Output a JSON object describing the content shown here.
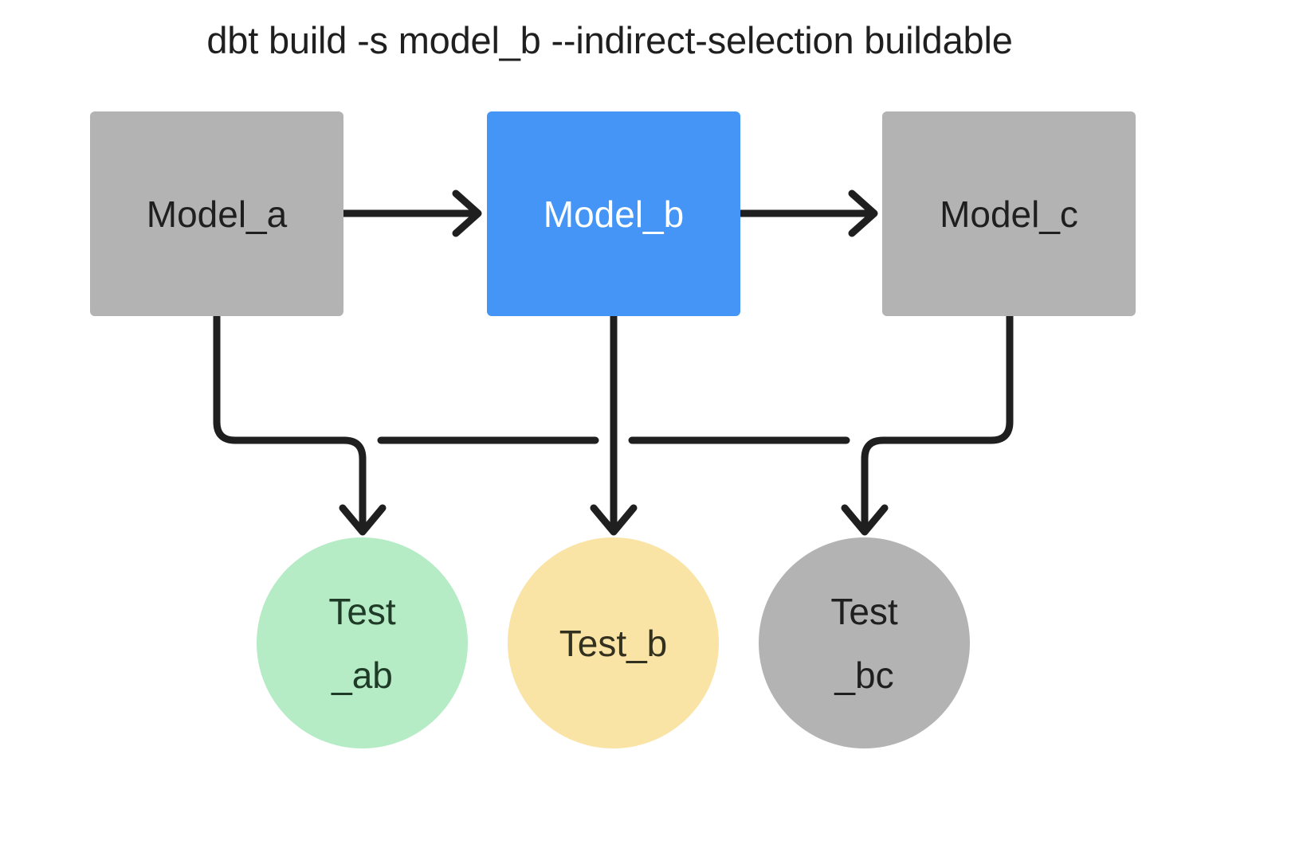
{
  "title": "dbt build -s model_b --indirect-selection buildable",
  "colors": {
    "background": "#ffffff",
    "text_dark": "#1f1f1f",
    "text_light": "#ffffff",
    "edge": "#1f1f1f",
    "gray_node": "#b3b3b3",
    "blue_node": "#4495f6",
    "green_node": "#b5ecc6",
    "yellow_node": "#f9e3a5",
    "gray_circle": "#b3b3b3"
  },
  "models": [
    {
      "id": "model_a",
      "label": "Model_a",
      "fill": "#b3b3b3",
      "text_color": "#1f1f1f",
      "selected": false
    },
    {
      "id": "model_b",
      "label": "Model_b",
      "fill": "#4495f6",
      "text_color": "#ffffff",
      "selected": true
    },
    {
      "id": "model_c",
      "label": "Model_c",
      "fill": "#b3b3b3",
      "text_color": "#1f1f1f",
      "selected": false
    }
  ],
  "tests": [
    {
      "id": "test_ab",
      "label": "Test\n_ab",
      "fill": "#b5ecc6",
      "text_color": "#1f3a26",
      "status": "will-run"
    },
    {
      "id": "test_b",
      "label": "Test_b",
      "fill": "#f9e3a5",
      "text_color": "#32301f",
      "status": "will-run"
    },
    {
      "id": "test_bc",
      "label": "Test\n_bc",
      "fill": "#b3b3b3",
      "text_color": "#1f1f1f",
      "status": "skipped"
    }
  ],
  "edges": [
    {
      "from": "model_a",
      "to": "model_b",
      "kind": "horizontal"
    },
    {
      "from": "model_b",
      "to": "model_c",
      "kind": "horizontal"
    },
    {
      "from": "model_a",
      "to": "test_ab",
      "kind": "elbow"
    },
    {
      "from": "model_b",
      "to": "test_ab",
      "kind": "elbow"
    },
    {
      "from": "model_b",
      "to": "test_b",
      "kind": "straight"
    },
    {
      "from": "model_b",
      "to": "test_bc",
      "kind": "elbow"
    },
    {
      "from": "model_c",
      "to": "test_bc",
      "kind": "elbow"
    }
  ]
}
